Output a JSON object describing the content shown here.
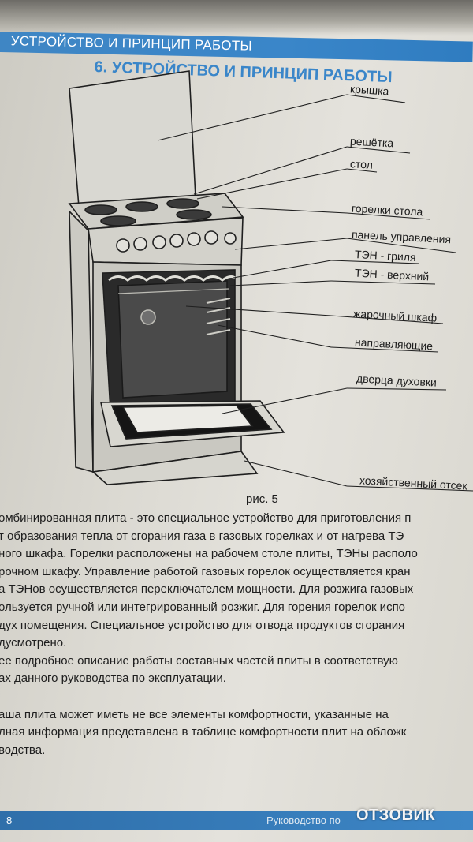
{
  "header": {
    "section_label": "УСТРОЙСТВО И ПРИНЦИП РАБОТЫ",
    "title": "6. УСТРОЙСТВО И ПРИНЦИП РАБОТЫ"
  },
  "figure": {
    "labels": {
      "lid": "крышка",
      "grate": "решётка",
      "table": "стол",
      "burners": "горелки стола",
      "control_panel": "панель управления",
      "grill_element": "ТЭН - гриля",
      "top_element": "ТЭН - верхний",
      "oven": "жарочный шкаф",
      "guides": "направляющие",
      "oven_door": "дверца духовки",
      "storage": "хозяйственный отсек"
    },
    "caption": "рис. 5"
  },
  "body": {
    "lines": [
      "омбинированная плита - это специальное устройство для приготовления п",
      "т образования тепла от сгорания газа в газовых горелках и от нагрева ТЭ",
      "ного шкафа. Горелки расположены на рабочем столе плиты, ТЭНы располо",
      "рочном шкафу. Управление работой газовых горелок осуществляется кран",
      "а ТЭНов осуществляется переключателем мощности. Для розжига газовых",
      "ользуется ручной или интегрированный розжиг. Для горения горелок испо",
      "дух помещения. Специальное устройство для отвода продуктов сгорания",
      "дусмотрено.",
      "ее подробное описание работы составных частей плиты в соответствую",
      "ах данного руководства по эксплуатации.",
      "",
      "аша плита может иметь не все элементы комфортности, указанные на",
      "лная информация представлена в таблице комфортности плит на обложк",
      "водства."
    ]
  },
  "footer": {
    "page_number": "8",
    "text": "Руководство по",
    "watermark": "ОТЗОВИК"
  }
}
